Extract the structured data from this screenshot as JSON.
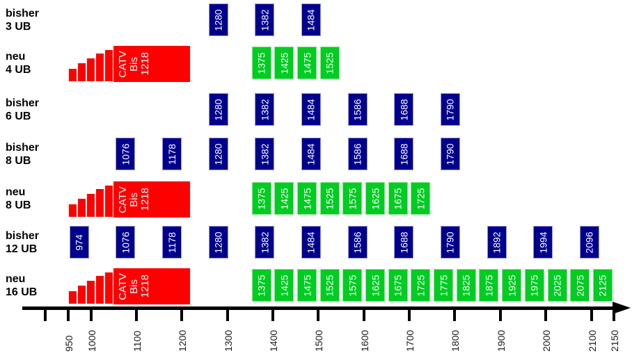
{
  "chart_data": {
    "type": "bar",
    "rows": [
      {
        "label": [
          "bisher",
          "3 UB"
        ],
        "series": "bisher",
        "color": "navy",
        "catv": false,
        "values": [
          1280,
          1382,
          1484
        ]
      },
      {
        "label": [
          "neu",
          "4 UB"
        ],
        "series": "neu",
        "color": "green",
        "catv": true,
        "values": [
          1375,
          1425,
          1475,
          1525
        ]
      },
      {
        "label": [
          "bisher",
          "6 UB"
        ],
        "series": "bisher",
        "color": "navy",
        "catv": false,
        "values": [
          1280,
          1382,
          1484,
          1586,
          1688,
          1790
        ]
      },
      {
        "label": [
          "bisher",
          "8 UB"
        ],
        "series": "bisher",
        "color": "navy",
        "catv": false,
        "values": [
          1076,
          1178,
          1280,
          1382,
          1484,
          1586,
          1688,
          1790
        ]
      },
      {
        "label": [
          "neu",
          "8 UB"
        ],
        "series": "neu",
        "color": "green",
        "catv": true,
        "values": [
          1375,
          1425,
          1475,
          1525,
          1575,
          1625,
          1675,
          1725
        ]
      },
      {
        "label": [
          "bisher",
          "12 UB"
        ],
        "series": "bisher",
        "color": "navy",
        "catv": false,
        "values": [
          974,
          1076,
          1178,
          1280,
          1382,
          1484,
          1586,
          1688,
          1790,
          1892,
          1994,
          2096
        ]
      },
      {
        "label": [
          "neu",
          "16 UB"
        ],
        "series": "neu",
        "color": "green",
        "catv": true,
        "values": [
          1375,
          1425,
          1475,
          1525,
          1575,
          1625,
          1675,
          1725,
          1775,
          1825,
          1875,
          1925,
          1975,
          2025,
          2075,
          2125
        ]
      }
    ],
    "catv": {
      "lines": [
        "CATV",
        "Bis",
        "1218"
      ],
      "upper_edge_mhz": 1218
    },
    "x_axis": {
      "tick_labels": [
        "950",
        "1000",
        "1100",
        "1200",
        "1300",
        "1400",
        "1500",
        "1600",
        "1700",
        "1800",
        "1900",
        "2000",
        "2100",
        "2150"
      ],
      "tick_values": [
        950,
        1000,
        1100,
        1200,
        1300,
        1400,
        1500,
        1600,
        1700,
        1800,
        1900,
        2000,
        2100,
        2150
      ],
      "unlabeled_tick_values": [
        900
      ],
      "range": [
        900,
        2150
      ]
    }
  },
  "colors": {
    "bisher_box": "#00008C",
    "neu_box": "#00CC22",
    "catv_block": "#FF0000",
    "box_text": "#FFFFFF",
    "label_text": "#000000",
    "axis": "#000000",
    "background": "#FFFFFF"
  }
}
